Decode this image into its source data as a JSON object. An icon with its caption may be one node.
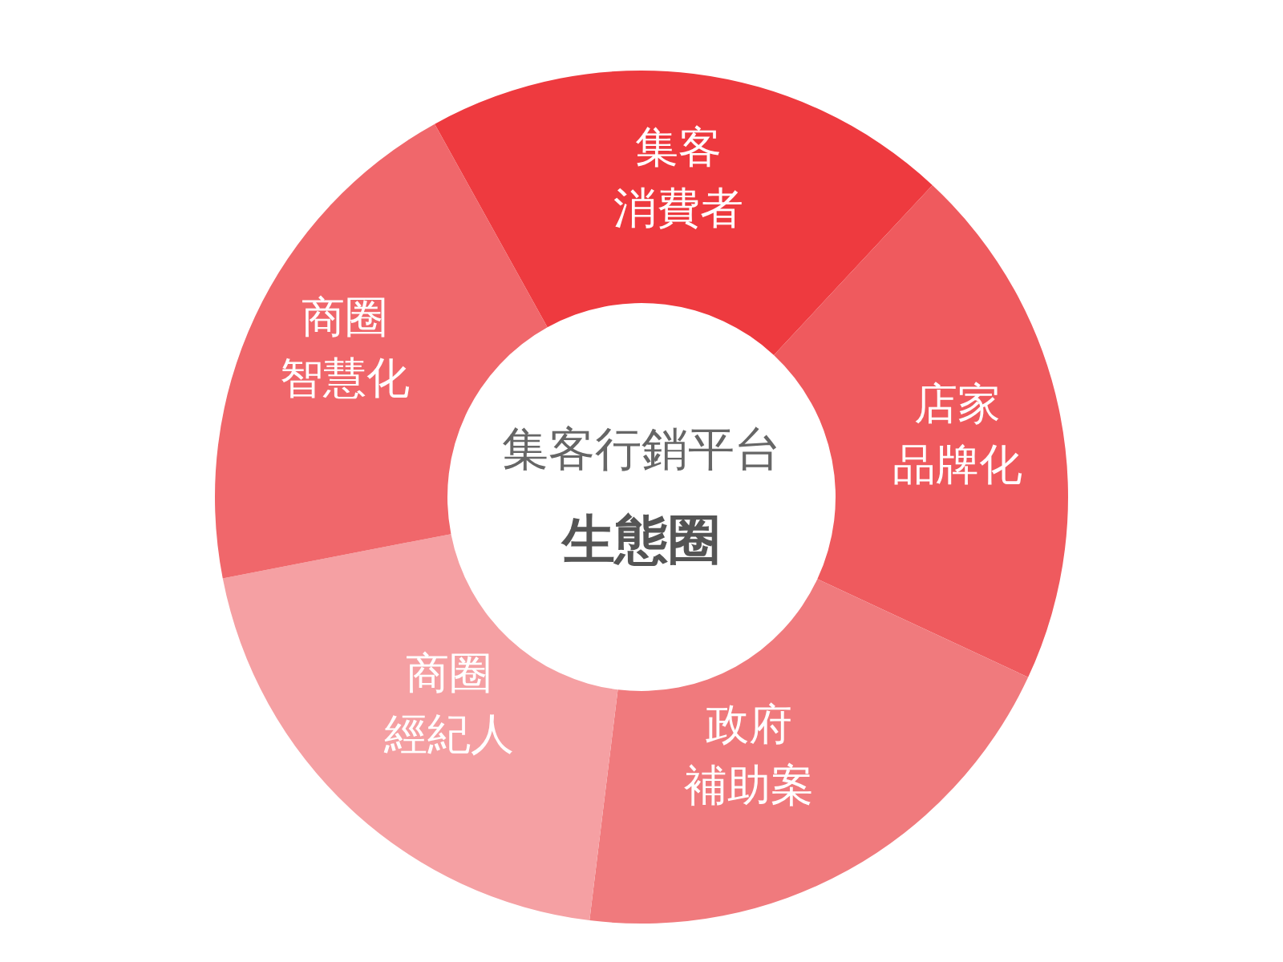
{
  "diagram": {
    "nodes": [
      {
        "text": [
          "集客行銷平台",
          "生態圈"
        ]
      },
      {
        "text": [
          "集客",
          "消費者"
        ]
      },
      {
        "text": [
          "店家",
          "品牌化"
        ]
      },
      {
        "text": [
          "政府",
          "補助案"
        ]
      },
      {
        "text": [
          "商圈",
          "經紀人"
        ]
      },
      {
        "text": [
          "商圈",
          "智慧化"
        ]
      }
    ]
  }
}
